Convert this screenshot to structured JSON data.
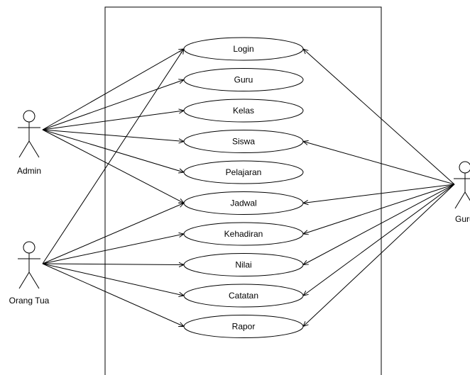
{
  "actors": {
    "admin": "Admin",
    "orang_tua": "Orang Tua",
    "guru": "Guru"
  },
  "use_cases": [
    "Login",
    "Guru",
    "Kelas",
    "Siswa",
    "Pelajaran",
    "Jadwal",
    "Kehadiran",
    "Nilai",
    "Catatan",
    "Rapor"
  ],
  "associations": {
    "admin": [
      "Login",
      "Guru",
      "Kelas",
      "Siswa",
      "Pelajaran",
      "Jadwal"
    ],
    "orang_tua": [
      "Login",
      "Jadwal",
      "Kehadiran",
      "Nilai",
      "Catatan",
      "Rapor"
    ],
    "guru": [
      "Login",
      "Siswa",
      "Jadwal",
      "Kehadiran",
      "Nilai",
      "Catatan",
      "Rapor"
    ]
  }
}
